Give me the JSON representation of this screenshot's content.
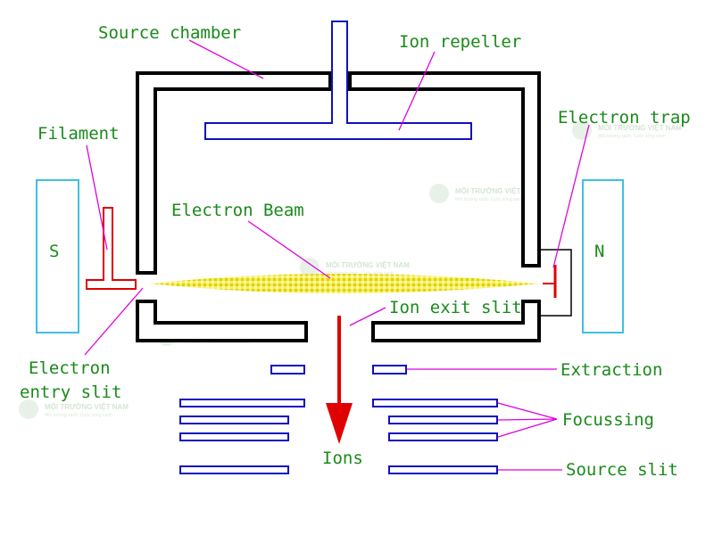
{
  "labels": {
    "source_chamber": "Source chamber",
    "ion_repeller": "Ion repeller",
    "filament": "Filament",
    "electron_trap": "Electron trap",
    "electron_beam": "Electron Beam",
    "ion_exit_slit": "Ion exit slit",
    "electron_entry_slit_line1": "Electron",
    "electron_entry_slit_line2": "entry slit",
    "extraction": "Extraction",
    "focussing": "Focussing",
    "ions": "Ions",
    "source_slit": "Source slit",
    "magnet_s": "S",
    "magnet_n": "N"
  },
  "watermark": {
    "title": "MÔI TRƯỜNG VIỆT NAM",
    "subtitle": "Môi trường xanh, Cuộc sống xanh"
  },
  "colors": {
    "label": "#1a8a1a",
    "leader": "#e000e0",
    "chamber": "#000000",
    "repeller": "#1010c0",
    "filament": "#e00000",
    "magnet": "#40c0e0",
    "beam": "#e8e000",
    "ion_arrow": "#e00000"
  }
}
